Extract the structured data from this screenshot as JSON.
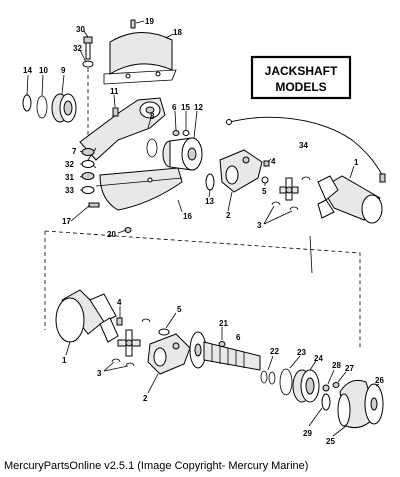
{
  "title_line1": "JACKSHAFT",
  "title_line2": "MODELS",
  "caption": "MercuryPartsOnline v2.5.1 (Image Copyright- Mercury Marine)",
  "callouts": {
    "c19": "19",
    "c30": "30",
    "c18": "18",
    "c32a": "32",
    "c14": "14",
    "c10": "10",
    "c9": "9",
    "c11": "11",
    "c8": "8",
    "c6a": "6",
    "c15": "15",
    "c12": "12",
    "c34": "34",
    "c7": "7",
    "c32b": "32",
    "c31": "31",
    "c33": "33",
    "c17": "17",
    "c13": "13",
    "c2a": "2",
    "c4a": "4",
    "c5a": "5",
    "c1a": "1",
    "c3a": "3",
    "c16": "16",
    "c20": "20",
    "c4b": "4",
    "c5b": "5",
    "c21": "21",
    "c6b": "6",
    "c1b": "1",
    "c3b": "3",
    "c2b": "2",
    "c22": "22",
    "c23": "23",
    "c24": "24",
    "c28": "28",
    "c27": "27",
    "c26": "26",
    "c29": "29",
    "c25": "25"
  }
}
